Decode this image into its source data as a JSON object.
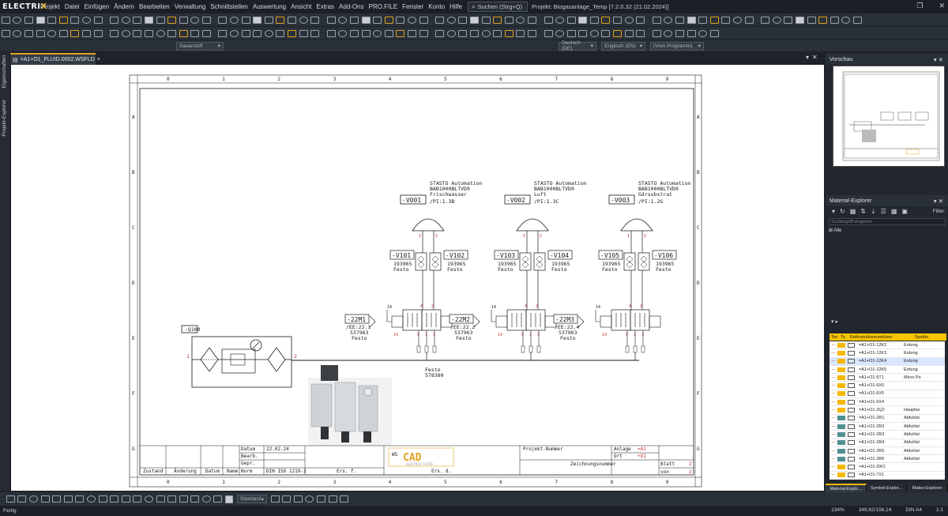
{
  "app": {
    "logo_main": "ELECTRI",
    "logo_accent": "X"
  },
  "menu": [
    "Projekt",
    "Datei",
    "Einfügen",
    "Ändern",
    "Bearbeiten",
    "Verwaltung",
    "Schnittstellen",
    "Auswertung",
    "Ansicht",
    "Extras",
    "Add-Ons",
    "PRO.FILE",
    "Fenster",
    "Konto",
    "Hilfe"
  ],
  "search": {
    "label": "Suchen (Strg+Q)"
  },
  "project_title": "Projekt: Biogasanlage_Temp [7.2.0.32 (21.02.2024)]",
  "toolbar": {
    "combo_material": "Sauerstoff",
    "lang1": "Deutsch (DE)",
    "lang2": "Englisch (EN)",
    "lang3": "(Vom Programm)"
  },
  "left_tabs": [
    "Eigenschaften",
    "Projekt-Explorer"
  ],
  "doc_tab": {
    "title": "=A1+O1_FLUID.0002.WSFLD",
    "close": "×"
  },
  "colors": {
    "accent": "#f5b800",
    "drawing": "#1a1a1a",
    "pin": "#c43030"
  },
  "drawing": {
    "columns": [
      "0",
      "1",
      "2",
      "3",
      "4",
      "5",
      "6",
      "7",
      "8",
      "9"
    ],
    "rows": [
      "A",
      "B",
      "C",
      "D",
      "E",
      "F",
      "G"
    ],
    "units": [
      {
        "tag": "-V001",
        "maker": "STASTO Automation",
        "part": "BAB1000BLTVD0",
        "medium": "Frischwasser",
        "ref": "/PI:1.3B"
      },
      {
        "tag": "-V002",
        "maker": "STASTO Automation",
        "part": "BAB1000BLTVD0",
        "medium": "Luft",
        "ref": "/PI:1.3C"
      },
      {
        "tag": "-V003",
        "maker": "STASTO Automation",
        "part": "BAB1000BLTVD0",
        "medium": "Gärsubstrat",
        "ref": "/PI:1.2G"
      }
    ],
    "check_valves": [
      {
        "tag": "-V101",
        "num": "193965",
        "brand": "Festo"
      },
      {
        "tag": "-V102",
        "num": "193965",
        "brand": "Festo"
      },
      {
        "tag": "-V103",
        "num": "193965",
        "brand": "Festo"
      },
      {
        "tag": "-V104",
        "num": "193965",
        "brand": "Festo"
      },
      {
        "tag": "-V105",
        "num": "193965",
        "brand": "Festo"
      },
      {
        "tag": "-V106",
        "num": "193965",
        "brand": "Festo"
      }
    ],
    "solenoids": [
      {
        "tag": "-22M1",
        "ref": "/EE:22.1",
        "num": "537963",
        "brand": "Festo"
      },
      {
        "tag": "-22M2",
        "ref": "/EE:22.2",
        "num": "537963",
        "brand": "Festo"
      },
      {
        "tag": "-22M3",
        "ref": "/EE:22.4",
        "num": "537963",
        "brand": "Festo"
      }
    ],
    "service_unit": {
      "tag": "-Q100"
    },
    "manifold": {
      "brand": "Festo",
      "num": "578380"
    },
    "pin_labels": {
      "p1": "1",
      "p2": "2",
      "p3": "3",
      "p4": "4",
      "p5": "5",
      "p14": "14"
    },
    "titleblock": {
      "datum_label": "Datum",
      "datum_value": "22.02.24",
      "bearb": "Bearb.",
      "gepr": "Gepr.",
      "norm": "Norm",
      "norm_value": "DIN ISO 1219-2",
      "zustand": "Zustand",
      "aenderung": "Änderung",
      "datum2": "Datum",
      "name": "Name",
      "ers_f": "Ers. f.",
      "ers_d": "Ers. d.",
      "logo_ws": "WS",
      "logo_cad": "CAD",
      "logo_sub": "ELECTRIX FLUID",
      "projekt_nummer": "Projekt-Nummer",
      "zeichnungsnummer": "Zeichnungsnummer",
      "anlage_label": "Anlage",
      "anlage_value": "=A1",
      "ort_label": "Ort",
      "ort_value": "+O1",
      "blatt_label": "Blatt",
      "blatt_value": "2",
      "von_label": "von",
      "von_value": "2"
    }
  },
  "right": {
    "preview_title": "Vorschau",
    "material_title": "Material-Explorer",
    "filter_label": "Filter:",
    "search_placeholder": "Suchbegriff eingeben",
    "tree_root": "Alle",
    "table_headers": [
      "Tec",
      "Ty",
      "Referenzkennzeichen",
      "Symbo"
    ],
    "rows": [
      {
        "ref": "=A1+O1-12K2",
        "sym": "Erdung"
      },
      {
        "ref": "=A1+O1-12K3",
        "sym": "Erdung"
      },
      {
        "ref": "=A1+O1-12K4",
        "sym": "Erdung"
      },
      {
        "ref": "=A1+O1-12K5",
        "sym": "Erdung"
      },
      {
        "ref": "=A1+O1-5T1",
        "sym": "Micro Po"
      },
      {
        "ref": "=A1+O1-6X6",
        "sym": ""
      },
      {
        "ref": "=A1+O1-6X5",
        "sym": ""
      },
      {
        "ref": "=A1+O1-6X4",
        "sym": ""
      },
      {
        "ref": "=A1+O1-2Q2",
        "sym": "Hauptse"
      },
      {
        "ref": "=A1+O1-2R1",
        "sym": "Abfuhlst"
      },
      {
        "ref": "=A1+O1-2R2",
        "sym": "Abfuhlst"
      },
      {
        "ref": "=A1+O1-2R3",
        "sym": "Abfuhlst"
      },
      {
        "ref": "=A1+O1-2R4",
        "sym": "Abfuhlst"
      },
      {
        "ref": "=A1+O1-2R5",
        "sym": "Abfuhlst"
      },
      {
        "ref": "=A1+O1-2R6",
        "sym": "Abfuhlst"
      },
      {
        "ref": "=A1+O1-2W1",
        "sym": ""
      },
      {
        "ref": "=A1+O1-7X1",
        "sym": ""
      }
    ],
    "bottom_tabs": [
      "Material-Explo...",
      "Symbol-Explor...",
      "Makro-Explorer"
    ]
  },
  "bottom_toolbar": {
    "style_combo": "Standard"
  },
  "status": {
    "left": "Fertig",
    "zoom": "134%",
    "coords": "349,62/156,14",
    "paper": "DIN A4",
    "scale": "1:1"
  }
}
